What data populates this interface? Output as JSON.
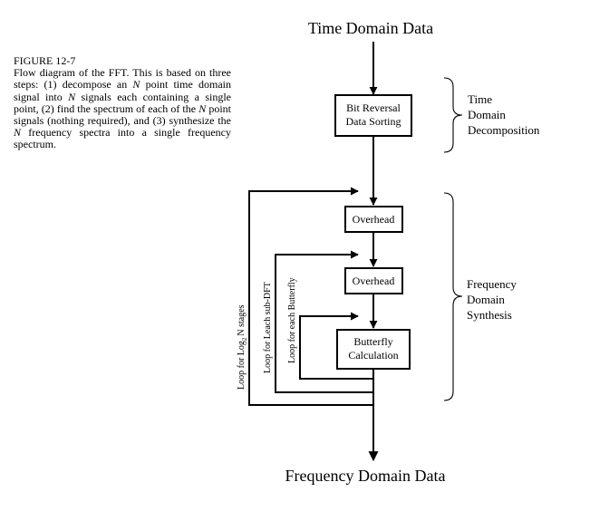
{
  "caption": {
    "figure_label": "FIGURE 12-7",
    "text_parts": [
      {
        "t": "Flow diagram of the FFT.  This is based on three steps: (1) decompose an "
      },
      {
        "t": "N",
        "i": true
      },
      {
        "t": " point time domain signal into "
      },
      {
        "t": "N",
        "i": true
      },
      {
        "t": " signals each containing a single point, (2) find the spectrum of each of the "
      },
      {
        "t": "N",
        "i": true
      },
      {
        "t": " point signals (nothing required), and (3) synthesize the "
      },
      {
        "t": "N",
        "i": true
      },
      {
        "t": " frequency spectra into a single frequency spectrum."
      }
    ]
  },
  "diagram": {
    "top_label": "Time Domain Data",
    "bottom_label": "Frequency Domain Data",
    "boxes": {
      "bit_reversal": [
        "Bit Reversal",
        "Data Sorting"
      ],
      "overhead_1": "Overhead",
      "overhead_2": "Overhead",
      "butterfly": [
        "Butterfly",
        "Calculation"
      ]
    },
    "loops": {
      "log2n": {
        "prefix": "Loop for Log",
        "sub": "2",
        "suffix": "N stages"
      },
      "subdft": "Loop for Leach sub-DFT",
      "butterfly": "Loop for each Butterfly"
    },
    "brace_labels": {
      "time_decomposition": [
        "Time",
        "Domain",
        "Decomposition"
      ],
      "frequency_synthesis": [
        "Frequency",
        "Domain",
        "Synthesis"
      ]
    }
  }
}
